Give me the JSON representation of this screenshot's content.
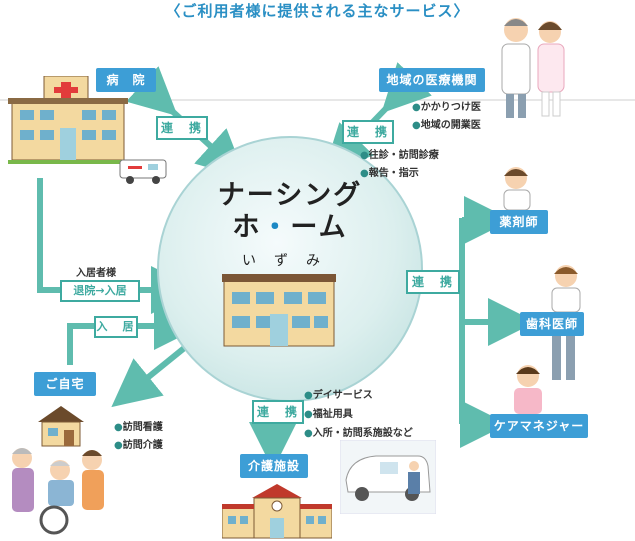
{
  "title": "〈ご利用者様に提供される主なサービス〉",
  "center": {
    "name_line1": "ナーシング",
    "name_line2a": "ホ",
    "name_dot": "・",
    "name_line2b": "ーム",
    "sub": "いずみ"
  },
  "hospital": {
    "label": "病　院",
    "link": "連　携"
  },
  "medical": {
    "label": "地域の医療機関",
    "link": "連　携",
    "items": [
      "かかりつけ医",
      "地域の開業医"
    ],
    "services": [
      "往診・訪問診療",
      "報告・指示"
    ]
  },
  "admission": {
    "caption": "入居者様",
    "from_hospital": "退院→入居",
    "entry": "入　居"
  },
  "home": {
    "label": "ご自宅",
    "services": [
      "訪問看護",
      "訪問介護"
    ]
  },
  "care_facility": {
    "label": "介護施設",
    "link": "連　携",
    "services": [
      "デイサービス",
      "福祉用具",
      "入所・訪問系施設など"
    ]
  },
  "right": {
    "link": "連　携",
    "roles": [
      "薬剤師",
      "歯科医師",
      "ケアマネジャー"
    ]
  },
  "colors": {
    "accent_blue": "#3d9ed6",
    "teal": "#3eaaa0",
    "arrow": "#5fbcae"
  }
}
